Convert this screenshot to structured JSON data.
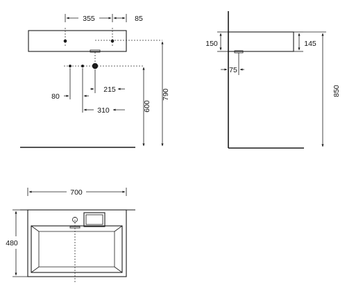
{
  "dimensions": {
    "hole_spacing": "355",
    "hole_edge_offset": "85",
    "side_depth": "150",
    "front_height": "145",
    "side_waste_offset": "75",
    "pipe_offset_80": "80",
    "pipe_offset_215": "215",
    "pipe_offset_310": "310",
    "waste_height": "600",
    "basin_height": "790",
    "side_total_height": "850",
    "width": "700",
    "depth": "480"
  }
}
